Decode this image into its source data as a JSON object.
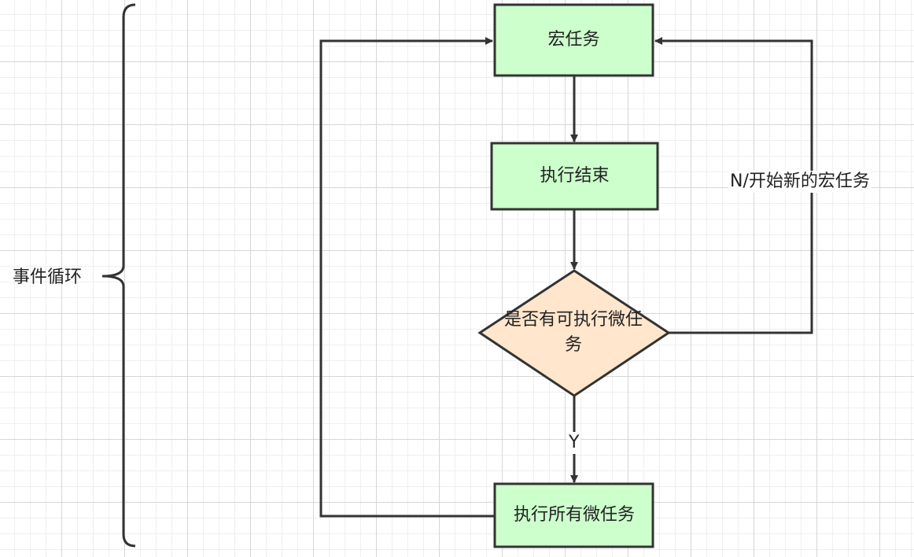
{
  "diagram": {
    "brace_label": "事件循环",
    "nodes": {
      "macro_task": "宏任务",
      "exec_end": "执行结束",
      "has_micro": "是否有可执行微任务",
      "exec_all_micro": "执行所有微任务"
    },
    "edges": {
      "yes_label": "Y",
      "no_label": "N/开始新的宏任务"
    },
    "colors": {
      "process_fill": "#ccffcc",
      "decision_fill": "#ffe6cc",
      "stroke": "#333333"
    }
  }
}
